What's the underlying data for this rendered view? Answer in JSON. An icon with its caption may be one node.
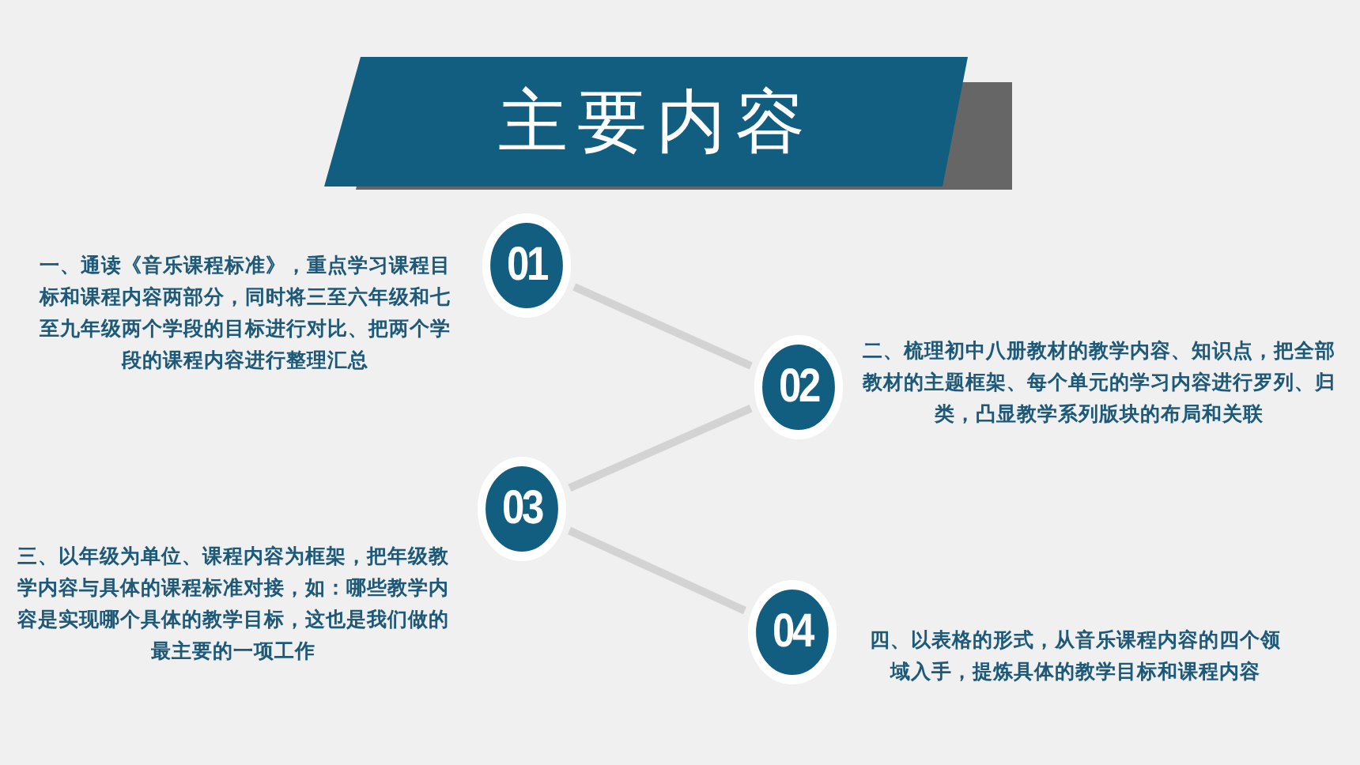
{
  "diagram": {
    "title": "主要内容",
    "nodes": [
      {
        "text": [
          "01"
        ],
        "beside": [
          "一、通读《音乐课程标准》，重点学习课程目标和课程内容两部分，同时将三至六年级和七至九年级两个学段的目标进行对比、把两个学段的课程内容进行整理汇总"
        ]
      },
      {
        "text": [
          "02"
        ],
        "beside": [
          "二、梳理初中八册教材的教学内容、知识点，把全部教材的主题框架、每个单元的学习内容进行罗列、归类，凸显教学系列版块的布局和关联"
        ]
      },
      {
        "text": [
          "03"
        ],
        "beside": [
          "三、以年级为单位、课程内容为框架，把年级教学内容与具体的课程标准对接，如：哪些教学内容是实现哪个具体的教学目标，这也是我们做的最主要的一项工作"
        ]
      },
      {
        "text": [
          "04"
        ],
        "beside": [
          "四、以表格的形式，从音乐课程内容的四个领域入手，提炼具体的教学目标和课程内容"
        ]
      }
    ],
    "edges": [
      {
        "from": 0,
        "to": 1,
        "arrow": "none"
      },
      {
        "from": 1,
        "to": 2,
        "arrow": "none"
      },
      {
        "from": 2,
        "to": 3,
        "arrow": "none"
      }
    ]
  }
}
